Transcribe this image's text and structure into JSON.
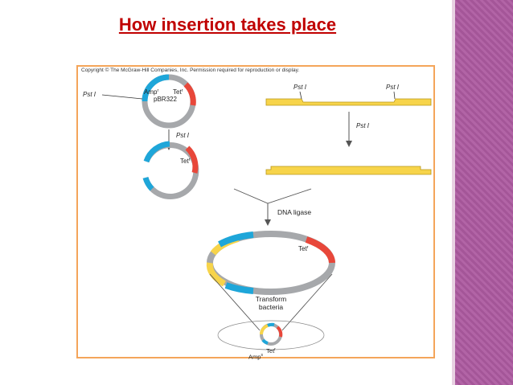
{
  "slide": {
    "title": "How insertion takes place"
  },
  "figure": {
    "copyright": "Copyright © The McGraw-Hill Companies, Inc. Permission required for reproduction or display.",
    "plasmid": {
      "name": "pBR322",
      "amp_label": "Amp",
      "amp_sup": "r",
      "tet_label": "Tet",
      "tet_sup": "r",
      "site_label": "Pst I"
    },
    "step1_enzyme": "Pst I",
    "cut_plasmid_tet": "Tet",
    "cut_plasmid_tet_sup": "r",
    "foreign_dna": {
      "site_left": "Pst I",
      "site_right": "Pst I",
      "enzyme": "Pst I"
    },
    "ligase_label": "DNA ligase",
    "recombinant": {
      "tet_label": "Tet",
      "tet_sup": "r"
    },
    "transform_label_line1": "Transform",
    "transform_label_line2": "bacteria",
    "colony": {
      "tet_label": "Tet",
      "tet_sup": "r",
      "amp_label": "Amp",
      "amp_sup": "s"
    },
    "colors": {
      "backbone": "#a6a8ab",
      "amp": "#1ea6d9",
      "tet": "#e8473a",
      "insert": "#f7d44a",
      "frame": "#f4a55a",
      "title": "#c00000",
      "side_band": "#ad5aa0"
    }
  }
}
